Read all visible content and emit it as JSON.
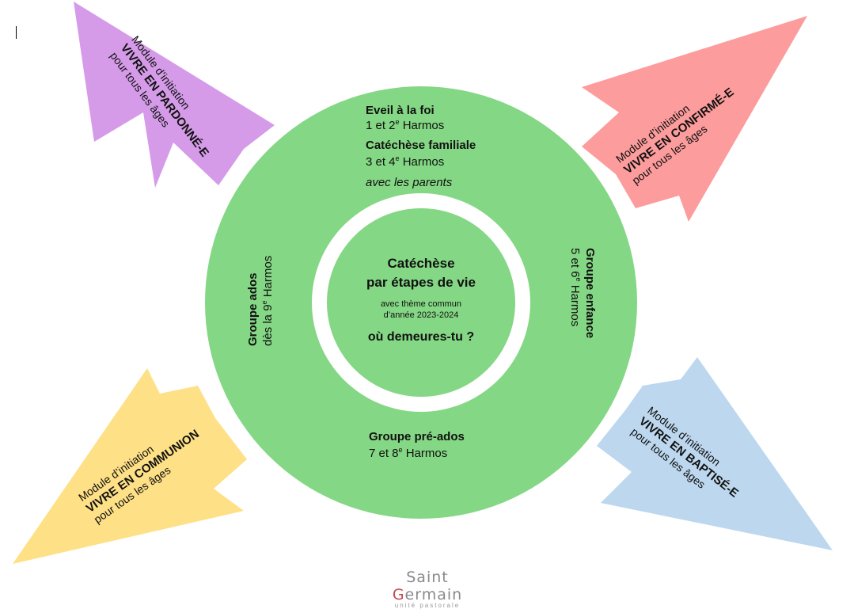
{
  "colors": {
    "ring": "#84d784",
    "inner": "#84d784",
    "purple": "#d59be8",
    "red": "#fd9c9c",
    "yellow": "#fee086",
    "blue": "#bcd7ee",
    "logo_text": "#8a8a8a",
    "logo_accent": "#c8474f"
  },
  "center": {
    "title_line1": "Catéchèse",
    "title_line2": "par étapes de vie",
    "theme_line1": "avec thème commun",
    "theme_line2": "d’année 2023-2024",
    "theme_title": "où demeures-tu ?"
  },
  "ring": {
    "eveil": {
      "title": "Eveil à la foi",
      "text_pre": "1 et 2",
      "sup": "e",
      "text_post": " Harmos"
    },
    "familiale": {
      "title": "Catéchèse familiale",
      "text_pre": "3 et 4",
      "sup": "e",
      "text_post": " Harmos",
      "note": "avec les parents"
    },
    "enfance": {
      "title": "Groupe enfance",
      "text_pre": "5 et 6",
      "sup": "e",
      "text_post": " Harmos"
    },
    "preados": {
      "title": "Groupe pré-ados",
      "text_pre": "7 et 8",
      "sup": "e",
      "text_post": " Harmos"
    },
    "ados": {
      "title": "Groupe ados",
      "text_pre": "dès la 9",
      "sup": "e",
      "text_post": " Harmos"
    }
  },
  "modules": {
    "pardonne": {
      "line1": "Module d’initiation",
      "line2": "VIVRE EN PARDONNÉ-E",
      "line3": "pour tous les âges",
      "icon": "arrow-top-left"
    },
    "confirme": {
      "line1": "Module d’initiation",
      "line2": "VIVRE EN CONFIRMÉ-E",
      "line3": "pour tous les âges",
      "icon": "arrow-top-right"
    },
    "communion": {
      "line1": "Module d’initiation",
      "line2": "VIVRE EN COMMUNION",
      "line3": "pour tous les âges",
      "icon": "arrow-bottom-left"
    },
    "baptise": {
      "line1": "Module d’initiation",
      "line2": "VIVRE EN BAPTISÉ-E",
      "line3": "pour tous les âges",
      "icon": "arrow-bottom-right"
    }
  },
  "logo": {
    "name_pre": "Saint ",
    "name_mark": "G",
    "name_post": "ermain",
    "subtitle": "unité pastorale"
  }
}
